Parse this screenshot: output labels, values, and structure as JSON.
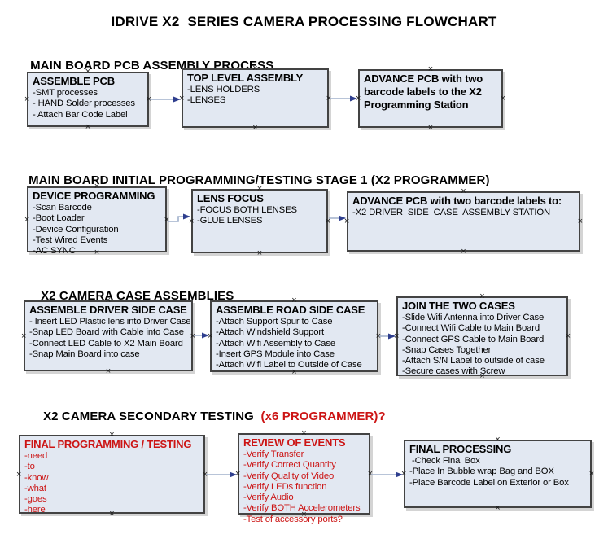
{
  "title": "IDRIVE X2  SERIES CAMERA PROCESSING FLOWCHART",
  "icons": {
    "connection_marker": "×"
  },
  "colors": {
    "box_fill": "#e2e8f2",
    "box_border": "#434343",
    "arrow_line": "#a0b0cc",
    "arrow_head": "#2e3e8e",
    "accent_red": "#cc1414",
    "text_black": "#000000"
  },
  "sections": [
    {
      "heading": "MAIN BOARD PCB ASSEMBLY PROCESS",
      "boxes": [
        {
          "title": "ASSEMBLE PCB",
          "items": [
            "-SMT processes",
            "- HAND Solder processes",
            "- Attach Bar Code Label"
          ]
        },
        {
          "title": "TOP LEVEL ASSEMBLY",
          "items": [
            "-LENS HOLDERS",
            "-LENSES"
          ]
        },
        {
          "title": "ADVANCE PCB with two barcode labels to the X2 Programming Station",
          "items": []
        }
      ]
    },
    {
      "heading": "MAIN BOARD INITIAL PROGRAMMING/TESTING STAGE 1 (X2 PROGRAMMER)",
      "boxes": [
        {
          "title": "DEVICE PROGRAMMING",
          "items": [
            "-Scan Barcode",
            "-Boot Loader",
            "-Device Configuration",
            "-Test Wired Events",
            "-AC SYNC"
          ]
        },
        {
          "title": "LENS FOCUS",
          "items": [
            "-FOCUS BOTH LENSES",
            "-GLUE LENSES"
          ]
        },
        {
          "title": "ADVANCE PCB with two barcode labels to:",
          "items": [
            "-X2 DRIVER  SIDE  CASE  ASSEMBLY STATION"
          ]
        }
      ]
    },
    {
      "heading": "X2 CAMERA CASE ASSEMBLIES",
      "boxes": [
        {
          "title": "ASSEMBLE DRIVER SIDE CASE",
          "items": [
            "- Insert LED Plastic lens into Driver Case",
            "-Snap LED Board with Cable into Case",
            "-Connect LED Cable to X2 Main Board",
            "-Snap Main Board into case"
          ]
        },
        {
          "title": "ASSEMBLE ROAD SIDE CASE",
          "items": [
            "-Attach Support Spur to Case",
            "-Attach Windshield Support",
            "-Attach Wifi Assembly to Case",
            "-Insert GPS Module into Case",
            "-Attach Wifi Label to Outside of Case"
          ]
        },
        {
          "title": "JOIN THE TWO CASES",
          "items": [
            "-Slide Wifi Antenna into Driver Case",
            "-Connect Wifi Cable to Main Board",
            "-Connect GPS Cable to Main Board",
            "-Snap Cases Together",
            "-Attach S/N Label to outside of case",
            "-Secure cases with Screw"
          ]
        }
      ]
    },
    {
      "heading": "X2 CAMERA SECONDARY TESTING  ",
      "heading_red": "(x6 PROGRAMMER)?",
      "boxes": [
        {
          "title": "FINAL PROGRAMMING / TESTING",
          "items": [
            "-need",
            "-to",
            "-know",
            "-what",
            "-goes",
            "-here"
          ]
        },
        {
          "title": "REVIEW OF EVENTS",
          "items": [
            "-Verify Transfer",
            "-Verify Correct Quantity",
            "-Verify Quality of Video",
            "-Verify LEDs function",
            "-Verify Audio",
            "-Verify BOTH Accelerometers",
            "-Test of accessory ports?"
          ]
        },
        {
          "title": "FINAL PROCESSING",
          "items": [
            " -Check Final Box",
            "-Place In Bubble wrap Bag and BOX",
            "-Place Barcode Label on Exterior or Box"
          ]
        }
      ]
    }
  ]
}
